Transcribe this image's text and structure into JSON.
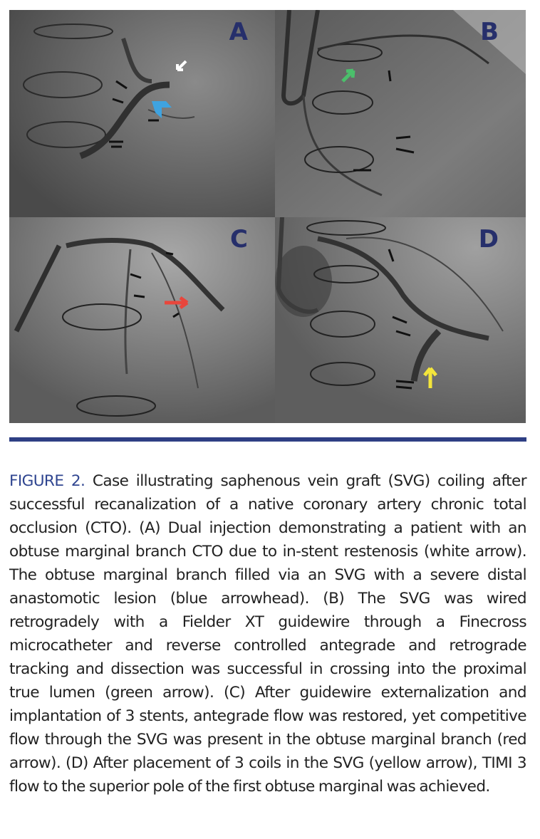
{
  "figure": {
    "panels": [
      {
        "id": "A",
        "label": "A",
        "annotation": {
          "type": "arrow",
          "color": "#ffffff",
          "description": "white arrow"
        },
        "annotation2": {
          "type": "arrowhead",
          "color": "#3fa3e0",
          "description": "blue arrowhead"
        }
      },
      {
        "id": "B",
        "label": "B",
        "annotation": {
          "type": "arrow",
          "color": "#4bbf6b",
          "description": "green arrow"
        }
      },
      {
        "id": "C",
        "label": "C",
        "annotation": {
          "type": "arrow",
          "color": "#e8463c",
          "description": "red arrow"
        }
      },
      {
        "id": "D",
        "label": "D",
        "annotation": {
          "type": "arrow",
          "color": "#f3e53b",
          "description": "yellow arrow"
        }
      }
    ],
    "label_color": "#262f6b",
    "rule_color": "#2e3f84"
  },
  "caption": {
    "label": "FIGURE 2.",
    "text": " Case illustrating saphenous vein graft (SVG) coiling after successful recanalization of a native coronary artery chronic total occlusion (CTO). (A) Dual injection demonstrating a patient with an obtuse marginal branch CTO due to in-stent restenosis (white arrow). The obtuse marginal branch filled via an SVG with a severe distal anastomotic lesion (blue arrowhead). (B) The SVG was wired retrogradely with a Fielder XT guidewire through a Finecross microcatheter and reverse controlled antegrade and retrograde tracking and dissection was successful in crossing into the proximal true lumen (green arrow). (C) After guidewire externalization and implantation of 3 stents, antegrade flow was restored, yet competitive flow through the SVG was present in the obtuse marginal branch (red arrow). (D) After placement of 3 coils in the SVG (yellow arrow), TIMI 3 flow to the superior pole of the first obtuse marginal was achieved."
  }
}
